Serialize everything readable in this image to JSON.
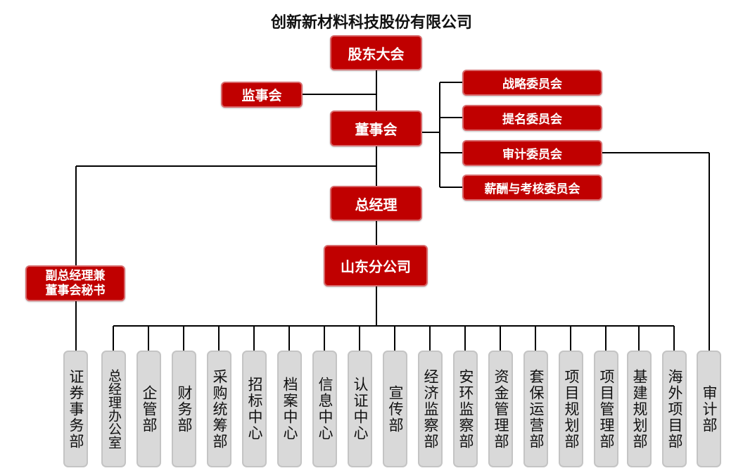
{
  "title": "创新新材料科技股份有限公司",
  "colors": {
    "board_fill": "#c00000",
    "board_border": "#d8696b",
    "dept_fill": "#d9d9d9",
    "connector": "#000000"
  },
  "nodes": {
    "shareholders": "股东大会",
    "supervisory": "监事会",
    "board": "董事会",
    "gm": "总经理",
    "branch": "山东分公司",
    "vp_secretary_line1": "副总经理兼",
    "vp_secretary_line2": "董事会秘书"
  },
  "committees": [
    "战略委员会",
    "提名委员会",
    "审计委员会",
    "薪酬与考核委员会"
  ],
  "securities_dept": "证券事务部",
  "audit_dept": "审计部",
  "departments": [
    "总经理办公室",
    "企管部",
    "财务部",
    "采购统筹部",
    "招标中心",
    "档案中心",
    "信息中心",
    "认证中心",
    "宣传部",
    "经济监察部",
    "安环监察部",
    "资金管理部",
    "套保运营部",
    "项目规划部",
    "项目管理部",
    "基建规划部",
    "海外项目部"
  ]
}
